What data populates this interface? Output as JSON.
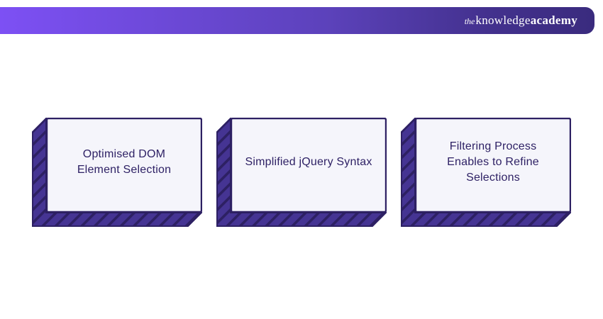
{
  "header": {
    "logo": {
      "the": "the",
      "knowledge": "knowledge",
      "academy": "academy"
    }
  },
  "cards": [
    {
      "label": "Optimised DOM Element Selection"
    },
    {
      "label": "Simplified jQuery Syntax"
    },
    {
      "label": "Filtering Process Enables to Refine Selections"
    }
  ],
  "colors": {
    "header_gradient_start": "#7D50F4",
    "header_gradient_end": "#3A2B7E",
    "extrusion_fill": "#453493",
    "hatch_line": "#2D2063",
    "face_fill": "#F5F5FB",
    "face_border": "#2D2063",
    "text": "#2E2165",
    "logo_text": "#FFFFFF"
  }
}
